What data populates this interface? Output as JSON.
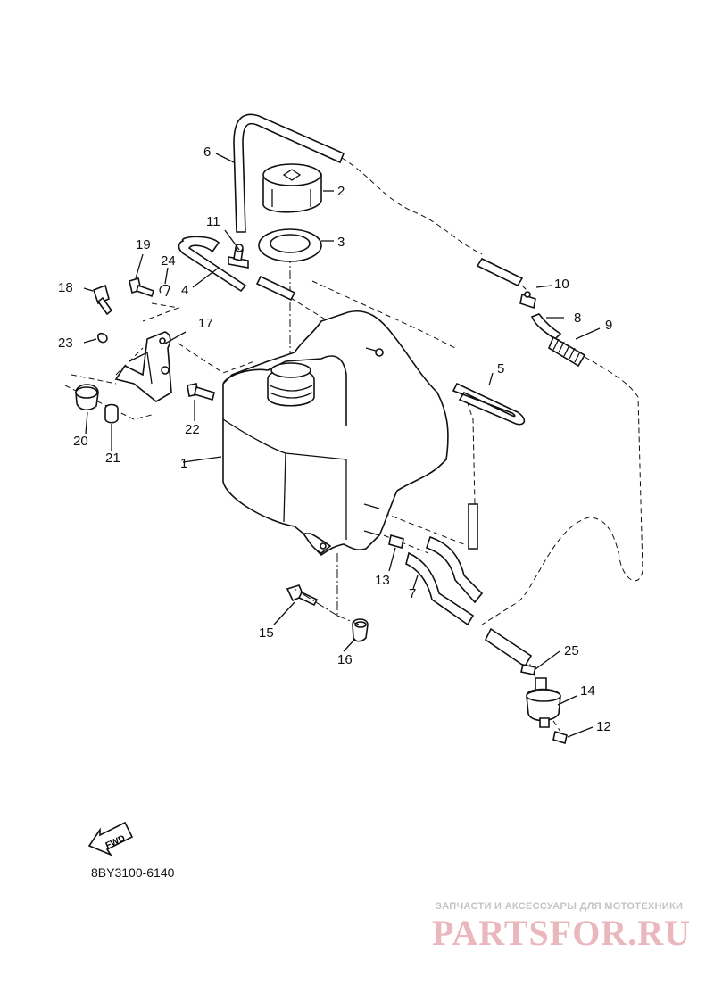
{
  "diagram_code": "8BY3100-6140",
  "fwd_label": "FWD",
  "watermark": {
    "tagline": "ЗАПЧАСТИ И АКСЕССУАРЫ ДЛЯ МОТОТЕХНИКИ",
    "brand": "PARTSFOR.RU"
  },
  "parts": {
    "p1": "1",
    "p2": "2",
    "p3": "3",
    "p4": "4",
    "p5": "5",
    "p6": "6",
    "p7": "7",
    "p8": "8",
    "p9": "9",
    "p10": "10",
    "p11": "11",
    "p12": "12",
    "p13": "13",
    "p14": "14",
    "p15": "15",
    "p16": "16",
    "p17": "17",
    "p18": "18",
    "p19": "19",
    "p20": "20",
    "p21": "21",
    "p22": "22",
    "p23": "23",
    "p24": "24",
    "p25": "25"
  }
}
